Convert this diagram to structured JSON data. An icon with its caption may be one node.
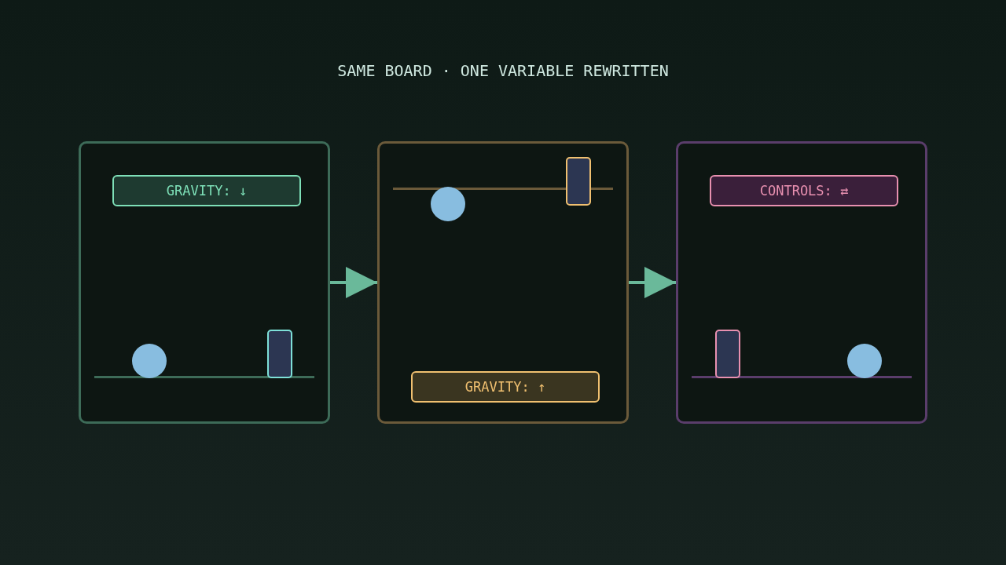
{
  "diagram": {
    "title": "SAME BOARD · ONE VARIABLE REWRITTEN",
    "nodes": [
      {
        "text": [],
        "shape": "box"
      },
      {
        "text": [
          "GRAVITY: ↓"
        ],
        "in": 0
      },
      {
        "text": [],
        "shape": "box"
      },
      {
        "text": [
          "GRAVITY: ↑"
        ],
        "in": 2
      },
      {
        "text": [],
        "shape": "box"
      },
      {
        "text": [
          "CONTROLS: ⇄"
        ],
        "in": 4
      }
    ],
    "edges": [
      {
        "from": 0,
        "to": 2,
        "arrow": "to"
      },
      {
        "from": 2,
        "to": 4,
        "arrow": "to"
      }
    ]
  }
}
